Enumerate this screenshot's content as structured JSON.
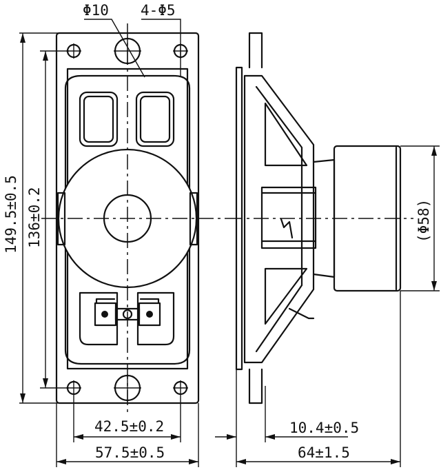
{
  "dimensions": {
    "hole_diameter": "Φ10",
    "mount_holes": "4-Φ5",
    "overall_height": "149.5±0.5",
    "hole_pitch_height": "136±0.2",
    "hole_pitch_width": "42.5±0.2",
    "overall_width": "57.5±0.5",
    "frame_offset": "10.4±0.5",
    "overall_depth": "64±1.5",
    "magnet_diameter": "(Φ58)"
  }
}
